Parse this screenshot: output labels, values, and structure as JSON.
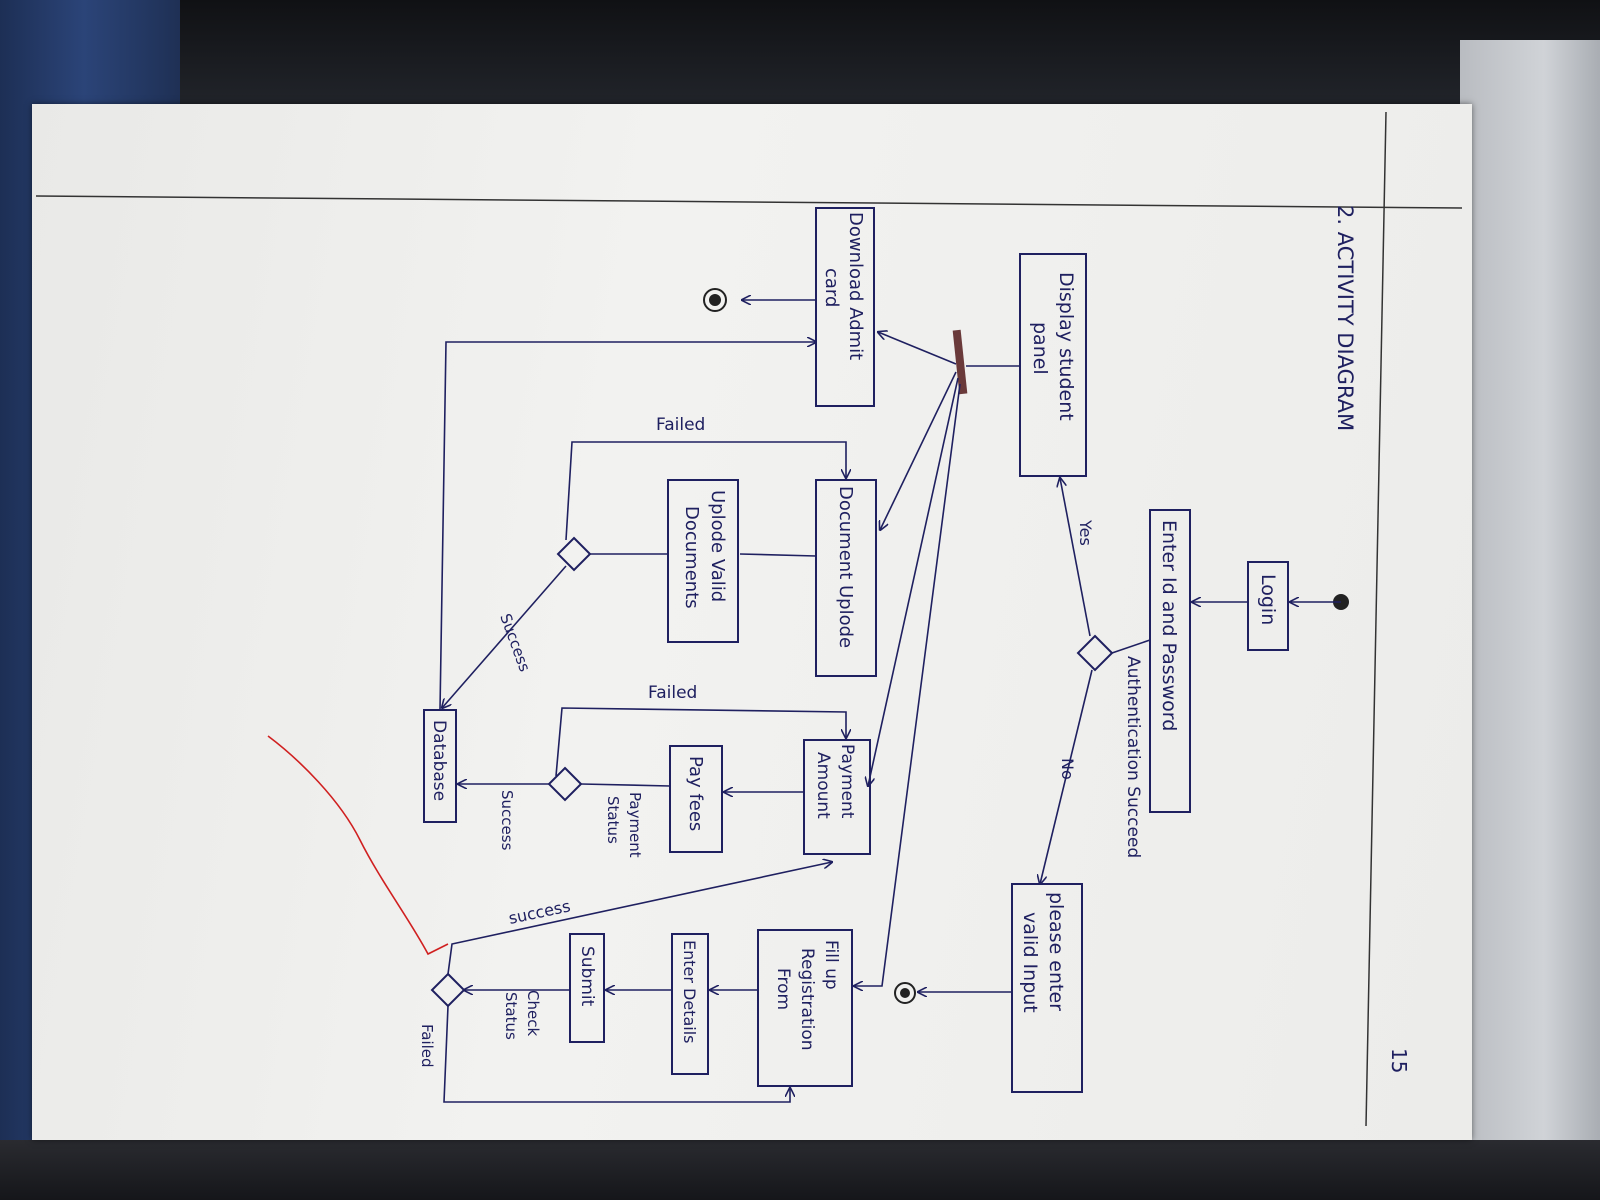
{
  "page": {
    "page_number": "15",
    "heading": "2. ACTIVITY DIAGRAM"
  },
  "colors": {
    "ink": "#1f2060",
    "paper": "#efefed",
    "red_mark": "#d02020"
  },
  "nodes": {
    "login": "Login",
    "enter_id": "Enter Id and Password",
    "auth": "Authentication Succeed",
    "please_enter": [
      "please enter",
      "valid Input"
    ],
    "display_panel": [
      "Display student",
      "panel"
    ],
    "fill_up": [
      "Fill up",
      "Registration",
      "From"
    ],
    "enter_details": "Enter Details",
    "submit": "Submit",
    "check_status": [
      "Check",
      "Status"
    ],
    "payment_amount": [
      "Payment",
      "Amount"
    ],
    "pay_fees": "Pay fees",
    "payment_status": [
      "Payment",
      "Status"
    ],
    "database": "Database",
    "document_upload": "Document Uplode",
    "upload_valid": [
      "Uplode Valid",
      "Documents"
    ],
    "download_admit": [
      "Download Admit",
      "card"
    ]
  },
  "edge_labels": {
    "yes": "Yes",
    "no": "No",
    "failed_doc": "Failed",
    "failed_pay": "Failed",
    "failed_reg": "Failed",
    "success_doc": "Success",
    "success_pay": "Success",
    "success_reg": "success"
  }
}
